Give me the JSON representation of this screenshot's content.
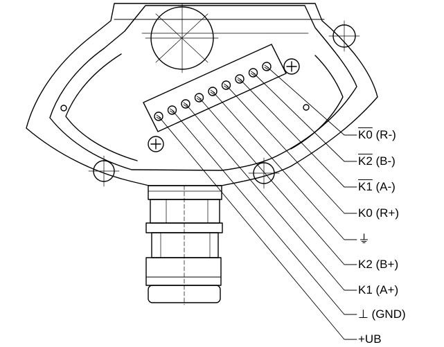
{
  "figure": {
    "terminal_labels": [
      {
        "name": "K0",
        "suffix": " (R-)",
        "overline": true
      },
      {
        "name": "K2",
        "suffix": " (B-)",
        "overline": true
      },
      {
        "name": "K1",
        "suffix": " (A-)",
        "overline": true
      },
      {
        "name": "K0",
        "suffix": " (R+)",
        "overline": false
      },
      {
        "name": "⏚",
        "suffix": "",
        "overline": false
      },
      {
        "name": "K2",
        "suffix": " (B+)",
        "overline": false
      },
      {
        "name": "K1",
        "suffix": " (A+)",
        "overline": false
      },
      {
        "name": "⊥",
        "suffix": " (GND)",
        "overline": false
      },
      {
        "name": "+UB",
        "suffix": "",
        "overline": false
      }
    ]
  }
}
